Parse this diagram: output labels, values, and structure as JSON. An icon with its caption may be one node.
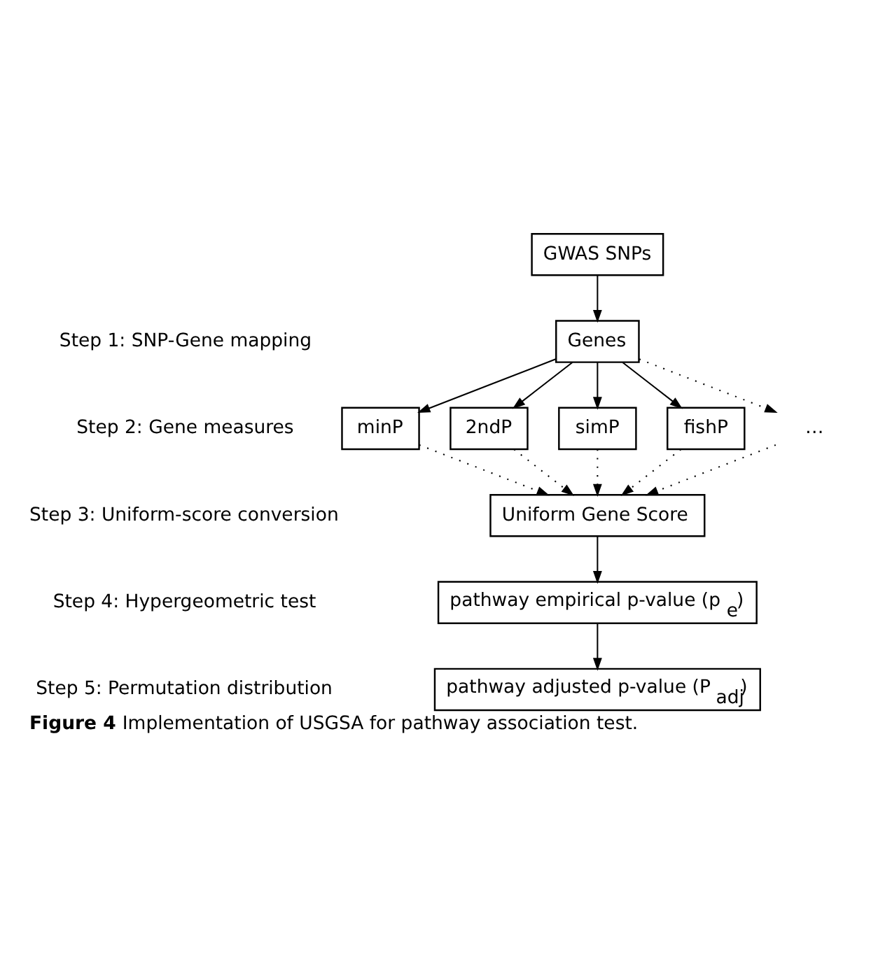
{
  "diagram": {
    "caption": "**Figure 4** Implementation of USGSA for pathway association test.",
    "nodes": [
      {
        "text": [
          "GWAS SNPs"
        ]
      },
      {
        "text": [
          "Genes"
        ]
      },
      {
        "text": [
          "minP"
        ]
      },
      {
        "text": [
          "2ndP"
        ]
      },
      {
        "text": [
          "simP"
        ]
      },
      {
        "text": [
          "fishP"
        ]
      },
      {
        "text": [
          "…"
        ]
      },
      {
        "text": [
          "Uniform Gene Score"
        ]
      },
      {
        "text": [
          "pathway empirical p-value (p$_{e}$)"
        ]
      },
      {
        "text": [
          "pathway adjusted p-value (P$_{adj}$)"
        ]
      }
    ],
    "edges": [
      {
        "from": 0,
        "to": 1,
        "arrow": "to"
      },
      {
        "from": 1,
        "to": 2,
        "arrow": "to"
      },
      {
        "from": 1,
        "to": 3,
        "arrow": "to"
      },
      {
        "from": 1,
        "to": 4,
        "arrow": "to"
      },
      {
        "from": 1,
        "to": 5,
        "arrow": "to"
      },
      {
        "from": 1,
        "to": 6,
        "arrow": "to",
        "style": "dashed"
      },
      {
        "from": 2,
        "to": 7,
        "arrow": "to",
        "style": "dashed"
      },
      {
        "from": 3,
        "to": 7,
        "arrow": "to",
        "style": "dashed"
      },
      {
        "from": 4,
        "to": 7,
        "arrow": "to",
        "style": "dashed"
      },
      {
        "from": 5,
        "to": 7,
        "arrow": "to",
        "style": "dashed"
      },
      {
        "from": 6,
        "to": 7,
        "arrow": "to",
        "style": "dashed"
      },
      {
        "from": 7,
        "to": 8,
        "arrow": "to"
      },
      {
        "from": 8,
        "to": 9,
        "arrow": "to"
      }
    ],
    "labels": [
      "Step 1: SNP-Gene mapping",
      "Step 2: Gene measures",
      "Step 3: Uniform-score conversion",
      "Step 4: Hypergeometric test",
      "Step 5: Permutation distribution"
    ]
  }
}
